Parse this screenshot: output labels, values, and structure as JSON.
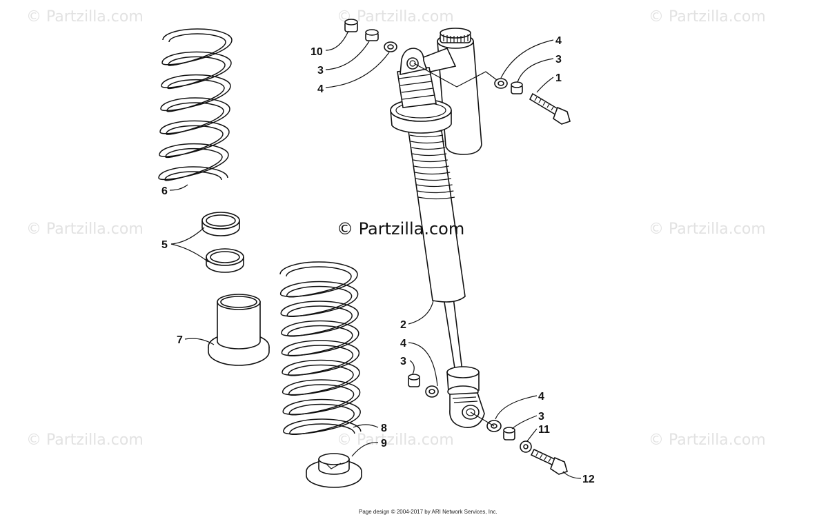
{
  "watermark": {
    "text": "© Partzilla.com",
    "center_text": "© Partzilla.com"
  },
  "callouts": {
    "c10": "10",
    "c3a": "3",
    "c4a": "4",
    "c4b": "4",
    "c3b": "3",
    "c1": "1",
    "c6": "6",
    "c5": "5",
    "c7": "7",
    "c2": "2",
    "c4c": "4",
    "c3c": "3",
    "c4d": "4",
    "c3d": "3",
    "c11": "11",
    "c8": "8",
    "c9": "9",
    "c12": "12"
  },
  "footer": "Page design © 2004-2017 by ARI Network Services, Inc."
}
